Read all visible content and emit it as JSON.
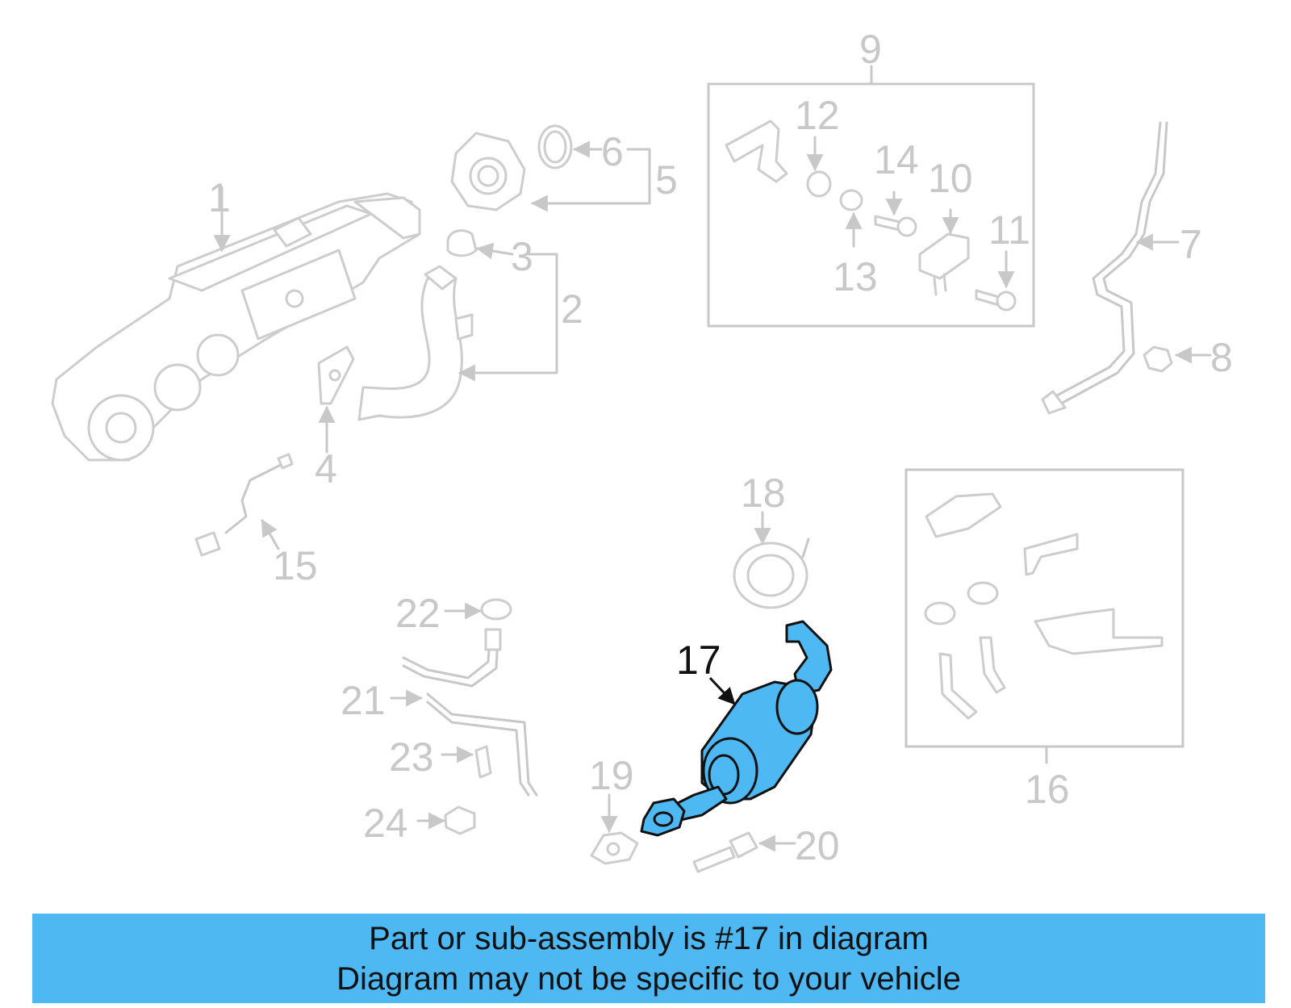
{
  "colors": {
    "highlight": "#4db8f2",
    "faded": "#c8c8c8",
    "accent_text": "#111111"
  },
  "highlighted_part": "17",
  "callouts": {
    "c1": "1",
    "c2": "2",
    "c3": "3",
    "c4": "4",
    "c5": "5",
    "c6": "6",
    "c7": "7",
    "c8": "8",
    "c9": "9",
    "c10": "10",
    "c11": "11",
    "c12": "12",
    "c13": "13",
    "c14": "14",
    "c15": "15",
    "c16": "16",
    "c17": "17",
    "c18": "18",
    "c19": "19",
    "c20": "20",
    "c21": "21",
    "c22": "22",
    "c23": "23",
    "c24": "24"
  },
  "banner": {
    "line1": "Part or sub-assembly is #17 in diagram",
    "line2": "Diagram may not be specific to your vehicle"
  }
}
